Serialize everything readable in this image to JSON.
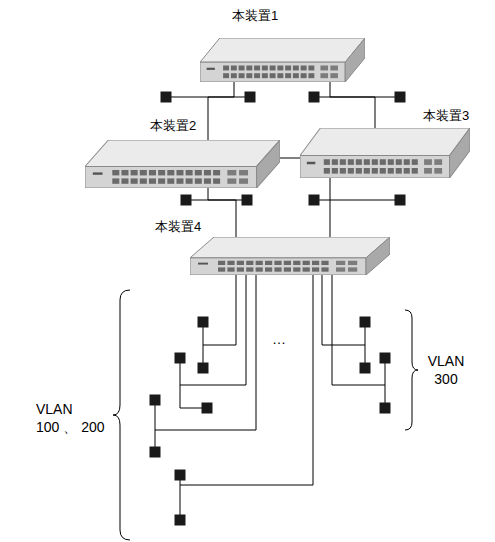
{
  "diagram": {
    "nodes": [
      {
        "text": [
          "本装置1"
        ]
      },
      {
        "text": [
          "本装置2"
        ]
      },
      {
        "text": [
          "本装置3"
        ]
      },
      {
        "text": [
          "本装置4"
        ]
      }
    ],
    "edges": [
      {
        "from": 0,
        "to": 1,
        "arrow": "none"
      },
      {
        "from": 0,
        "to": 2,
        "arrow": "none"
      },
      {
        "from": 1,
        "to": 2,
        "arrow": "none"
      },
      {
        "from": 1,
        "to": 3,
        "arrow": "none"
      },
      {
        "from": 2,
        "to": 3,
        "arrow": "none"
      }
    ],
    "labels": [
      "…",
      "VLAN 100 、 200",
      "VLAN 300"
    ]
  }
}
